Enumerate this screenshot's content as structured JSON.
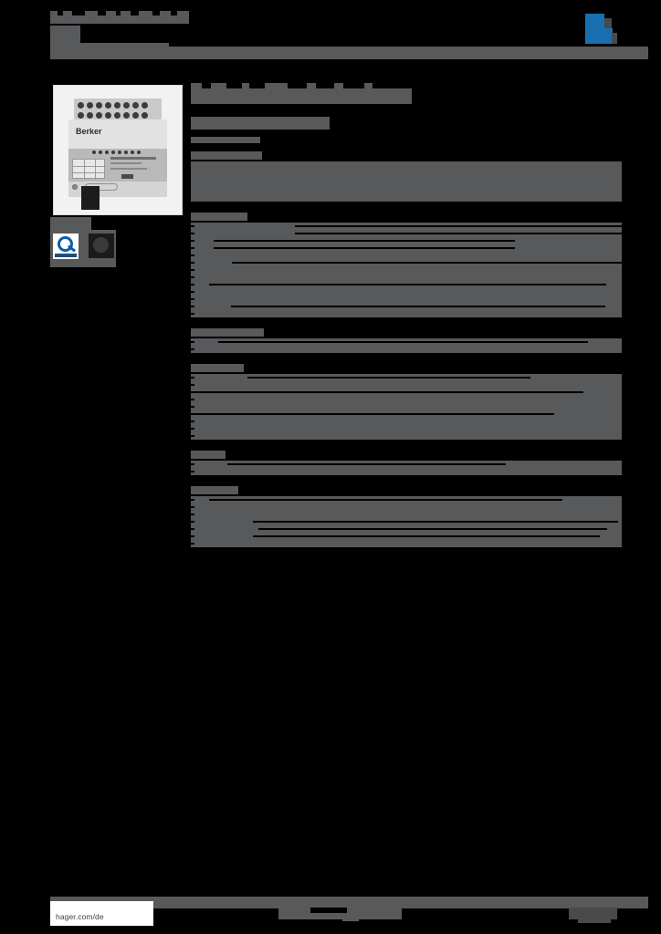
{
  "document": {
    "type": "product-datasheet",
    "brand": "Berker",
    "publisher_url": "hager.com/de",
    "accent_color": "#1a6fb0",
    "redaction_color": "#58595b",
    "background_color": "#000000"
  },
  "header": {
    "brand_name_redacted": "",
    "subtitle_redacted": "",
    "tagline_redacted": "",
    "logo_name": "hager-logo"
  },
  "gallery": {
    "main_image_alt": "Berker KNX DIN rail actuator",
    "device_label": "Berker",
    "thumbnails": [
      {
        "name": "quality-seal-thumbnail",
        "alt": "Q quality seal"
      },
      {
        "name": "product-thumbnail",
        "alt": "product detail"
      }
    ]
  },
  "main": {
    "title_redacted": "",
    "subtitle_redacted": "",
    "article_number_redacted": "",
    "sections": [
      {
        "name": "section-description",
        "head_width": 78,
        "rows": [
          {
            "height": 44,
            "cuts": []
          }
        ]
      },
      {
        "name": "section-technical-data",
        "head_width": 62,
        "rows": [
          {
            "height": 8,
            "cuts": [
              [
                0,
                4
              ],
              [
                114,
                358
              ]
            ]
          },
          {
            "height": 8,
            "cuts": [
              [
                0,
                4
              ],
              [
                114,
                358
              ]
            ]
          },
          {
            "height": 8,
            "cuts": [
              [
                0,
                4
              ],
              [
                25,
                330
              ]
            ]
          },
          {
            "height": 8,
            "cuts": [
              [
                0,
                4
              ],
              [
                25,
                330
              ]
            ]
          },
          {
            "height": 8,
            "cuts": [
              [
                0,
                4
              ]
            ]
          },
          {
            "height": 8,
            "cuts": [
              [
                0,
                4
              ],
              [
                45,
                427
              ]
            ]
          },
          {
            "height": 8,
            "cuts": [
              [
                0,
                4
              ]
            ]
          },
          {
            "height": 8,
            "cuts": [
              [
                0,
                4
              ]
            ]
          },
          {
            "height": 8,
            "cuts": [
              [
                0,
                4
              ],
              [
                20,
                435
              ]
            ]
          },
          {
            "height": 8,
            "cuts": [
              [
                0,
                4
              ]
            ]
          },
          {
            "height": 8,
            "cuts": [
              [
                0,
                4
              ]
            ]
          },
          {
            "height": 8,
            "cuts": [
              [
                0,
                4
              ],
              [
                44,
                410
              ]
            ]
          },
          {
            "height": 8,
            "cuts": [
              [
                0,
                4
              ]
            ]
          }
        ]
      },
      {
        "name": "section-connection",
        "head_width": 80,
        "rows": [
          {
            "height": 8,
            "cuts": [
              [
                0,
                4
              ],
              [
                30,
                405
              ]
            ]
          },
          {
            "height": 8,
            "cuts": [
              [
                0,
                4
              ]
            ]
          }
        ]
      },
      {
        "name": "section-installation",
        "head_width": 58,
        "rows": [
          {
            "height": 8,
            "cuts": [
              [
                0,
                4
              ],
              [
                62,
                310
              ]
            ]
          },
          {
            "height": 8,
            "cuts": [
              [
                0,
                4
              ]
            ]
          },
          {
            "height": 8,
            "cuts": [
              [
                0,
                4
              ],
              [
                0,
                430
              ]
            ]
          },
          {
            "height": 8,
            "cuts": [
              [
                0,
                4
              ]
            ]
          },
          {
            "height": 8,
            "cuts": [
              [
                0,
                4
              ]
            ]
          },
          {
            "height": 8,
            "cuts": [
              [
                0,
                4
              ],
              [
                0,
                398
              ]
            ]
          },
          {
            "height": 8,
            "cuts": [
              [
                0,
                4
              ]
            ]
          },
          {
            "height": 8,
            "cuts": [
              [
                0,
                4
              ]
            ]
          },
          {
            "height": 8,
            "cuts": [
              [
                0,
                4
              ]
            ]
          }
        ]
      },
      {
        "name": "section-dimensions",
        "head_width": 38,
        "rows": [
          {
            "height": 8,
            "cuts": [
              [
                0,
                4
              ],
              [
                40,
                305
              ]
            ]
          },
          {
            "height": 8,
            "cuts": [
              [
                0,
                4
              ]
            ]
          }
        ]
      },
      {
        "name": "section-approvals",
        "head_width": 52,
        "rows": [
          {
            "height": 8,
            "cuts": [
              [
                0,
                4
              ],
              [
                20,
                387
              ]
            ]
          },
          {
            "height": 8,
            "cuts": [
              [
                0,
                4
              ]
            ]
          },
          {
            "height": 8,
            "cuts": [
              [
                0,
                4
              ]
            ]
          },
          {
            "height": 8,
            "cuts": [
              [
                0,
                4
              ],
              [
                68,
                400
              ]
            ]
          },
          {
            "height": 8,
            "cuts": [
              [
                0,
                4
              ],
              [
                74,
                382
              ]
            ]
          },
          {
            "height": 8,
            "cuts": [
              [
                0,
                4
              ],
              [
                68,
                380
              ]
            ]
          },
          {
            "height": 8,
            "cuts": [
              [
                0,
                4
              ]
            ]
          }
        ]
      }
    ]
  },
  "footer": {
    "url": "hager.com/de",
    "center_redacted": "",
    "right_redacted": ""
  }
}
